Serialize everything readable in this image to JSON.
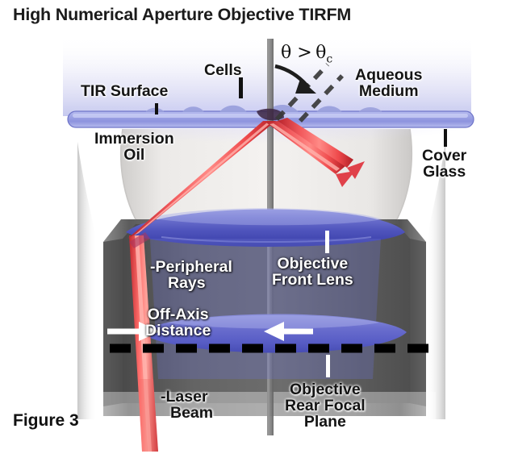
{
  "figure": {
    "title": "High Numerical Aperture Objective TIRFM",
    "caption": "Figure 3"
  },
  "annotations": {
    "tir_surface": "TIR Surface",
    "cells": "Cells",
    "aqueous_medium_line1": "Aqueous",
    "aqueous_medium_line2": "Medium",
    "immersion_oil_line1": "Immersion",
    "immersion_oil_line2": "Oil",
    "cover_glass_line1": "Cover",
    "cover_glass_line2": "Glass",
    "peripheral_rays_line1": "-Peripheral",
    "peripheral_rays_line2": "Rays",
    "off_axis_distance_line1": "Off-Axis",
    "off_axis_distance_line2": "Distance",
    "objective_front_lens_line1": "Objective",
    "objective_front_lens_line2": "Front Lens",
    "objective_rear_focal_plane_line1": "Objective",
    "objective_rear_focal_plane_line2": "Rear Focal",
    "objective_rear_focal_plane_line3": "Plane",
    "laser_beam_line1": "-Laser",
    "laser_beam_line2": "Beam",
    "angle_theta": "θ > θ",
    "angle_theta_sub": "c"
  },
  "colors": {
    "laser_red": "#ee4444",
    "laser_red_dark": "#c0282f",
    "glass_blue": "#9aa0e8",
    "lens_blue": "#5a5fc4",
    "lens_blue_light": "#8f93e0",
    "barrel_gray": "#6f6f6f",
    "barrel_gray_dark": "#4b4b4b",
    "oil_pale": "#e6e4e2",
    "axis_gray": "#7b7b7b",
    "focal_plane_black": "#000000",
    "title_black": "#1b1b1b",
    "label_white": "#ffffff"
  }
}
